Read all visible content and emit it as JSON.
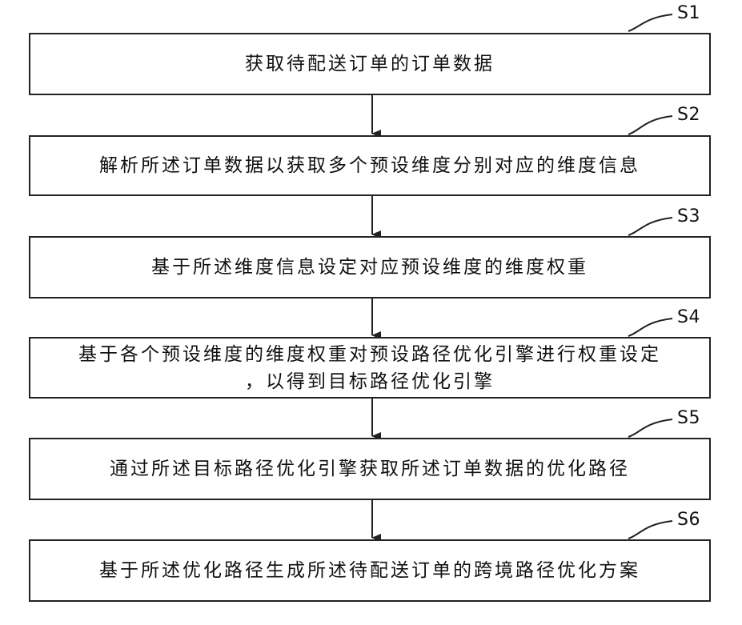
{
  "steps": [
    {
      "id": "S1",
      "text": "获取待配送订单的订单数据"
    },
    {
      "id": "S2",
      "text": "解析所述订单数据以获取多个预设维度分别对应的维度信息"
    },
    {
      "id": "S3",
      "text": "基于所述维度信息设定对应预设维度的维度权重"
    },
    {
      "id": "S4",
      "text": "基于各个预设维度的维度权重对预设路径优化引擎进行权重设定",
      "text2": "，以得到目标路径优化引擎"
    },
    {
      "id": "S5",
      "text": "通过所述目标路径优化引擎获取所述订单数据的优化路径"
    },
    {
      "id": "S6",
      "text": "基于所述优化路径生成所述待配送订单的跨境路径优化方案"
    }
  ]
}
